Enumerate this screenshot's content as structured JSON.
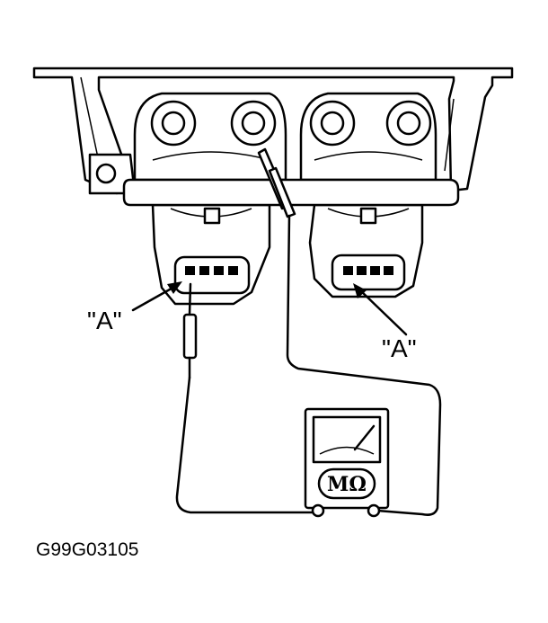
{
  "callouts": {
    "left": "\"A\"",
    "right": "\"A\""
  },
  "meter": {
    "unit_label": "MΩ"
  },
  "figure_code": "G99G03105"
}
